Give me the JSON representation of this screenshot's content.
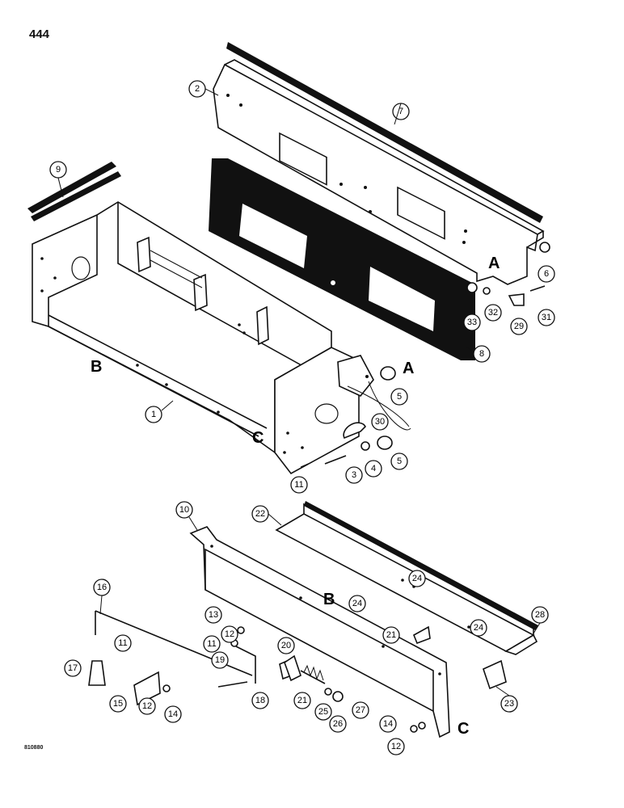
{
  "page_number": "444",
  "reference_code": "810880",
  "section_letters": {
    "a": "A",
    "b": "B",
    "c": "C"
  },
  "callouts": [
    "1",
    "2",
    "3",
    "4",
    "5",
    "6",
    "7",
    "8",
    "9",
    "10",
    "11",
    "12",
    "13",
    "14",
    "15",
    "16",
    "17",
    "18",
    "19",
    "20",
    "21",
    "22",
    "23",
    "24",
    "25",
    "26",
    "27",
    "28",
    "29",
    "30",
    "31",
    "32",
    "33"
  ]
}
